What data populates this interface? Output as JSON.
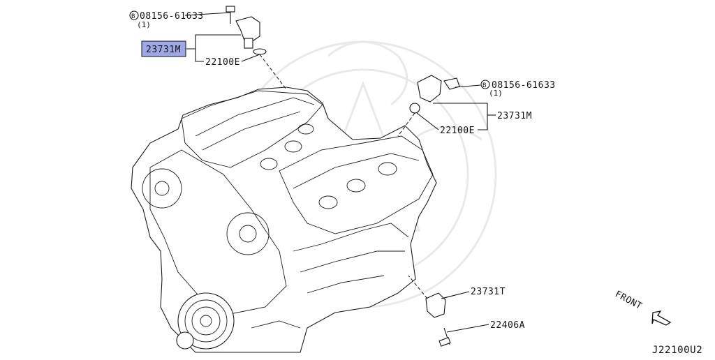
{
  "diagram_code": "J22100U2",
  "front_label": "FRONT",
  "bolt_symbol": "B",
  "colors": {
    "highlight_fill": "#9fa8e6",
    "line": "#111111",
    "watermark": "#e9e9e9"
  },
  "callouts": {
    "top_bolt": {
      "part_no": "08156-61633",
      "qty": "(1)"
    },
    "top_sensor": {
      "part_no": "23731M"
    },
    "top_oring": {
      "part_no": "22100E"
    },
    "right_bolt": {
      "part_no": "08156-61633",
      "qty": "(1)"
    },
    "right_sensor": {
      "part_no": "23731M"
    },
    "right_oring": {
      "part_no": "22100E"
    },
    "crank_sensor": {
      "part_no": "23731T"
    },
    "crank_bolt": {
      "part_no": "22406A"
    }
  }
}
